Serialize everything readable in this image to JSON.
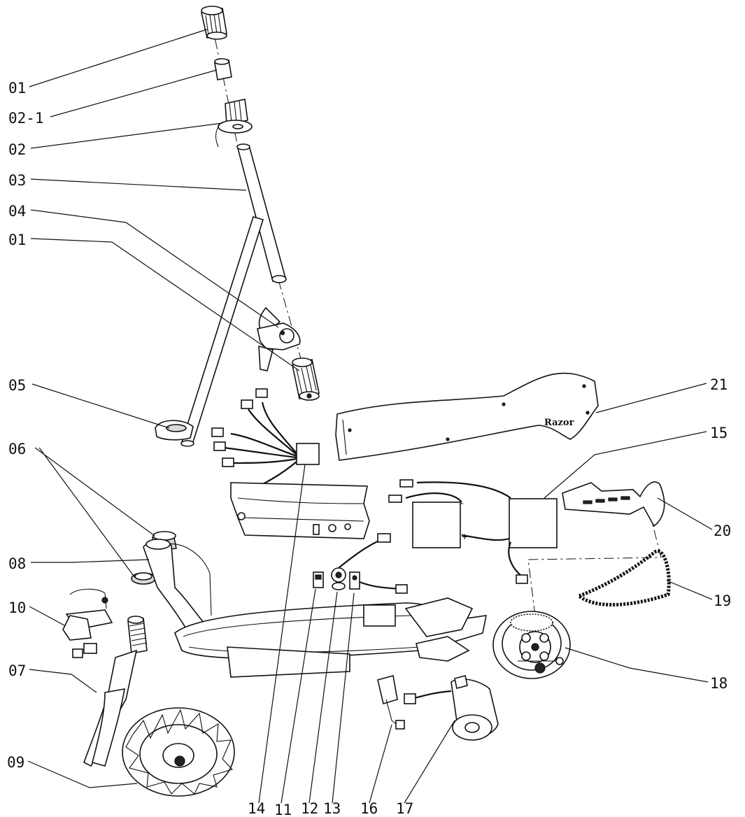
{
  "diagram": {
    "brand_text": "Razor",
    "battery_polarity": {
      "negative": "-",
      "positive": "+"
    },
    "callouts": [
      {
        "id": "01a",
        "label": "01"
      },
      {
        "id": "02-1",
        "label": "02-1"
      },
      {
        "id": "02",
        "label": "02"
      },
      {
        "id": "03",
        "label": "03"
      },
      {
        "id": "04",
        "label": "04"
      },
      {
        "id": "01b",
        "label": "01"
      },
      {
        "id": "05",
        "label": "05"
      },
      {
        "id": "06",
        "label": "06"
      },
      {
        "id": "08",
        "label": "08"
      },
      {
        "id": "10",
        "label": "10"
      },
      {
        "id": "07",
        "label": "07"
      },
      {
        "id": "09",
        "label": "09"
      },
      {
        "id": "21",
        "label": "21"
      },
      {
        "id": "15",
        "label": "15"
      },
      {
        "id": "20",
        "label": "20"
      },
      {
        "id": "19",
        "label": "19"
      },
      {
        "id": "18",
        "label": "18"
      },
      {
        "id": "14",
        "label": "14"
      },
      {
        "id": "11",
        "label": "11"
      },
      {
        "id": "12",
        "label": "12"
      },
      {
        "id": "13",
        "label": "13"
      },
      {
        "id": "16",
        "label": "16"
      },
      {
        "id": "17",
        "label": "17"
      }
    ]
  }
}
